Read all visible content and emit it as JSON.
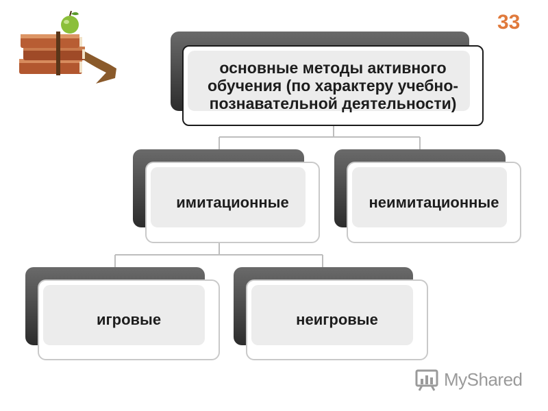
{
  "slide": {
    "number": "33"
  },
  "diagram": {
    "root": {
      "label": "основные методы активного обучения (по характеру учебно-познавательной деятельности)"
    },
    "level1": [
      {
        "label": "имитационные"
      },
      {
        "label": "неимитационные"
      }
    ],
    "level2": [
      {
        "label": "игровые"
      },
      {
        "label": "неигровые"
      }
    ]
  },
  "watermark": {
    "text": "MyShared"
  },
  "colors": {
    "slide_number": "#e07a3c",
    "box_dark": "#3a3a3a",
    "box_border": "#c9c9c9",
    "connector": "#bdbdbd"
  },
  "icons": [
    "books-apple-icon",
    "myshared-logo-icon"
  ]
}
